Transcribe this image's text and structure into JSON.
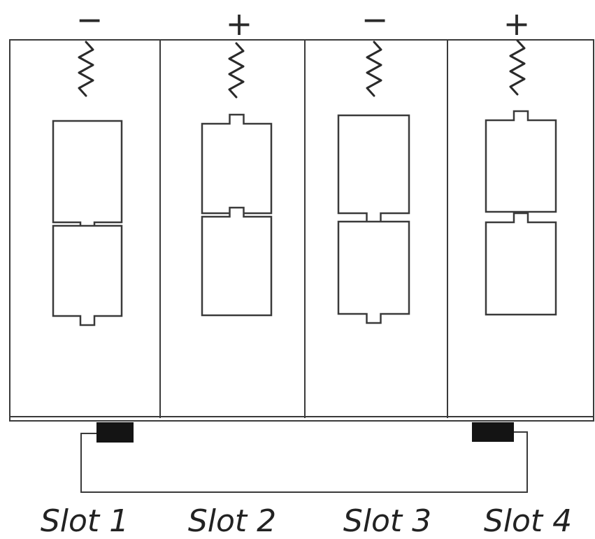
{
  "slots": [
    {
      "label": "Slot 1",
      "polarity": "−",
      "terminal": "top"
    },
    {
      "label": "Slot 2",
      "polarity": "+",
      "terminal": "bottom"
    },
    {
      "label": "Slot 3",
      "polarity": "−",
      "terminal": "top"
    },
    {
      "label": "Slot 4",
      "polarity": "+",
      "terminal": "bottom"
    }
  ],
  "colors": {
    "stroke": "#3a3a3a",
    "contact": "#141414",
    "background": "#ffffff"
  }
}
